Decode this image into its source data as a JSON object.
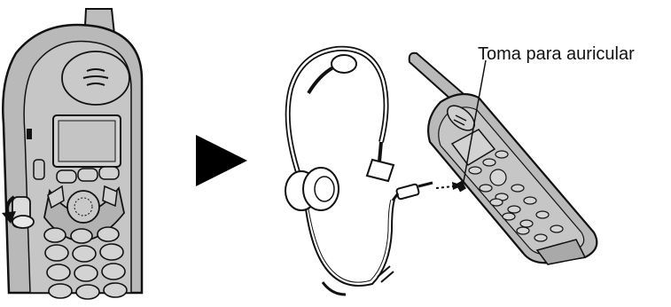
{
  "callout": {
    "text": "Toma para auricular"
  },
  "colors": {
    "phone_body": "#b9b9b9",
    "phone_shadow": "#8c8c8c",
    "outline": "#111111",
    "arrow": "#000000",
    "background": "#ffffff"
  },
  "icons": {
    "direction_marker": "right-pointing-triangle",
    "rotation_marker": "curved-arrow"
  }
}
